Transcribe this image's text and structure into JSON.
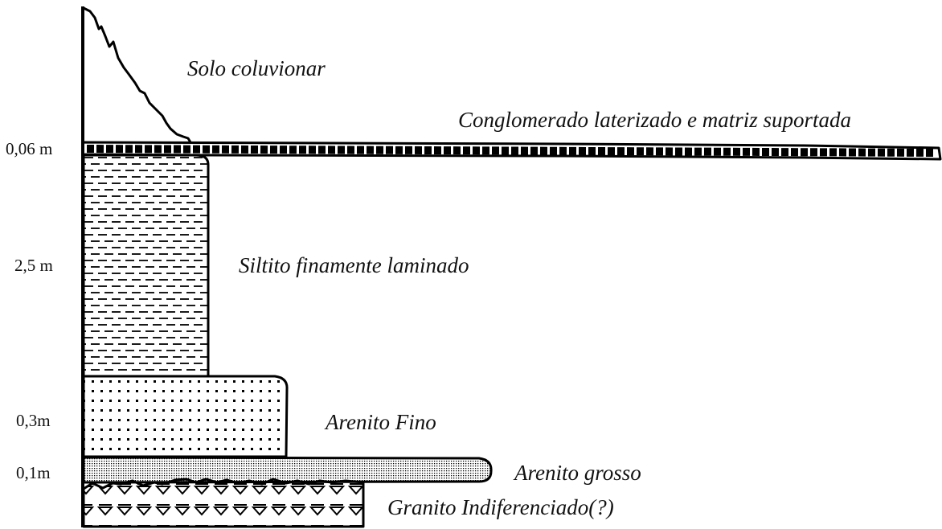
{
  "layers": [
    {
      "id": "solo",
      "name": "Solo coluvionar",
      "thickness": ""
    },
    {
      "id": "conglomerado",
      "name": "Conglomerado laterizado e matriz suportada",
      "thickness": "0,06 m"
    },
    {
      "id": "siltito",
      "name": "Siltito finamente laminado",
      "thickness": "2,5 m"
    },
    {
      "id": "arenito-fino",
      "name": "Arenito Fino",
      "thickness": "0,3m"
    },
    {
      "id": "arenito-grosso",
      "name": "Arenito grosso",
      "thickness": "0,1m"
    },
    {
      "id": "granito",
      "name": "Granito Indiferenciado(?)",
      "thickness": ""
    }
  ]
}
